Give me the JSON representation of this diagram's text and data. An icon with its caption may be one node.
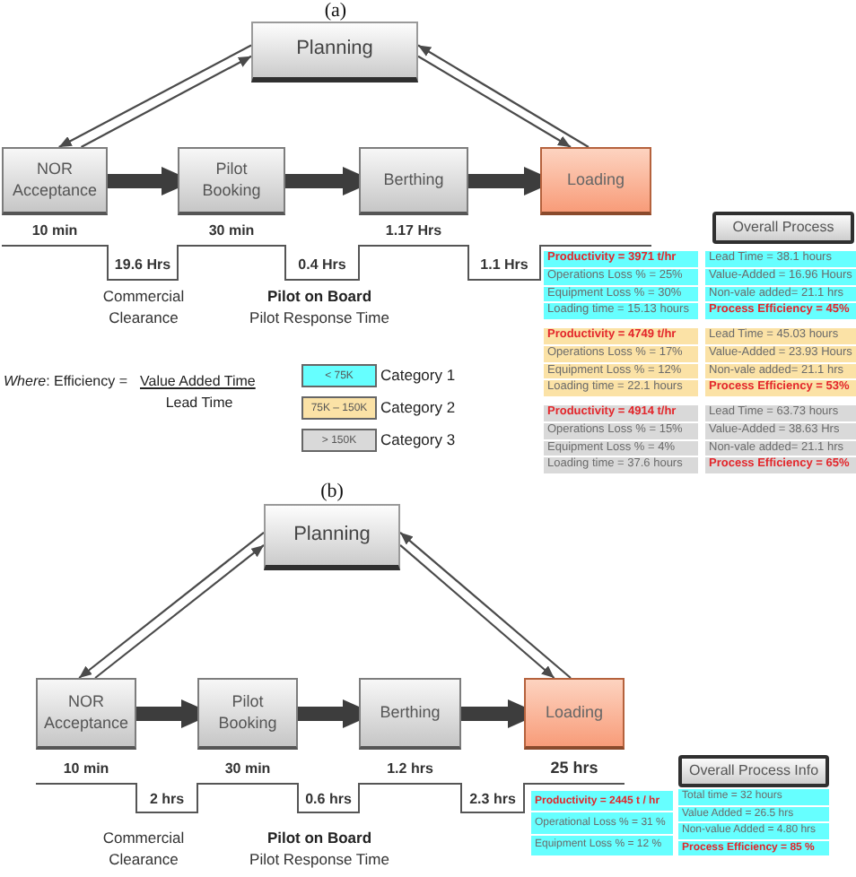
{
  "diagram": {
    "nodes": [
      {
        "text": [
          "Planning"
        ]
      },
      {
        "text": [
          "NOR Acceptance"
        ],
        "beside": [
          "10 min"
        ]
      },
      {
        "text": [
          "Pilot Booking"
        ],
        "beside": [
          "30 min"
        ]
      },
      {
        "text": [
          "Berthing"
        ],
        "beside": [
          "1.17 Hrs"
        ]
      },
      {
        "text": [
          "Loading"
        ]
      },
      {
        "text": [
          "Overall Process"
        ]
      },
      {
        "text": [
          "Productivity = 3971 t/hr",
          "Operations Loss % = 25%",
          "Equipment Loss % = 30%",
          "Loading time = 15.13 hours"
        ]
      },
      {
        "text": [
          "Productivity = 4749 t/hr",
          "Operations Loss % = 17%",
          "Equipment Loss % = 12%",
          "Loading time = 22.1 hours"
        ]
      },
      {
        "text": [
          "Productivity = 4914 t/hr",
          "Operations Loss % = 15%",
          "Equipment Loss % = 4%",
          "Loading time = 37.6 hours"
        ]
      },
      {
        "text": [
          "Lead Time = 38.1 hours",
          "Value-Added = 16.96 Hours",
          "Non-vale added= 21.1 hrs",
          "Process Efficiency = 45%"
        ]
      },
      {
        "text": [
          "Lead Time = 45.03 hours",
          "Value-Added = 23.93 Hours",
          "Non-vale added= 21.1 hrs",
          "Process Efficiency = 53%"
        ]
      },
      {
        "text": [
          "Lead Time = 63.73 hours",
          "Value-Added = 38.63 Hrs",
          "Non-vale added= 21.1 hrs",
          "Process Efficiency = 65%"
        ]
      },
      {
        "text": [
          "Planning"
        ]
      },
      {
        "text": [
          "NOR Acceptance"
        ],
        "beside": [
          "10 min"
        ]
      },
      {
        "text": [
          "Pilot Booking"
        ],
        "beside": [
          "30 min"
        ]
      },
      {
        "text": [
          "Berthing"
        ],
        "beside": [
          "1.2 hrs"
        ]
      },
      {
        "text": [
          "Loading"
        ],
        "beside": [
          "25 hrs"
        ]
      },
      {
        "text": [
          "Overall Process Info"
        ]
      },
      {
        "text": [
          "Productivity = 2445 t / hr",
          "Operational Loss % = 31 %",
          "Equipment Loss % = 12 %"
        ]
      },
      {
        "text": [
          "Total time = 32 hours",
          "Value Added = 26.5 hrs",
          "Non-value Added = 4.80 hrs",
          "Process Efficiency = 85 %"
        ]
      }
    ],
    "edges": [
      {
        "from": 0,
        "to": 1,
        "arrow": "to"
      },
      {
        "from": 1,
        "to": 0,
        "arrow": "to"
      },
      {
        "from": 4,
        "to": 0,
        "arrow": "to"
      },
      {
        "from": 0,
        "to": 4,
        "arrow": "to"
      },
      {
        "from": 1,
        "to": 2,
        "arrow": "to",
        "style": "thick"
      },
      {
        "from": 2,
        "to": 3,
        "arrow": "to",
        "style": "thick"
      },
      {
        "from": 3,
        "to": 4,
        "arrow": "to",
        "style": "thick"
      },
      {
        "from": 12,
        "to": 13,
        "arrow": "to"
      },
      {
        "from": 13,
        "to": 12,
        "arrow": "to"
      },
      {
        "from": 16,
        "to": 12,
        "arrow": "to"
      },
      {
        "from": 12,
        "to": 16,
        "arrow": "to"
      },
      {
        "from": 13,
        "to": 14,
        "arrow": "to",
        "style": "thick"
      },
      {
        "from": 14,
        "to": 15,
        "arrow": "to",
        "style": "thick"
      },
      {
        "from": 15,
        "to": 16,
        "arrow": "to",
        "style": "thick"
      }
    ],
    "labels": [
      "(a)",
      "19.6 Hrs",
      "0.4 Hrs",
      "1.1 Hrs",
      "Commercial Clearance",
      "Pilot on Board",
      "Pilot Response Time",
      "*Where*: Efficiency =",
      "Value Added Time",
      "Lead Time",
      "< 75K",
      "75K – 150K",
      "> 150K",
      "(b)",
      "2 hrs",
      "0.6 hrs",
      "2.3 hrs",
      "Commercial Clearance",
      "Pilot on Board",
      "Pilot Response Time"
    ],
    "legend": [
      {
        "text": "Category 1",
        "color": "#66ffff"
      },
      {
        "text": "Category 2",
        "color": "#fbe2a6"
      },
      {
        "text": "Category 3",
        "color": "#d9d9d9"
      }
    ]
  }
}
